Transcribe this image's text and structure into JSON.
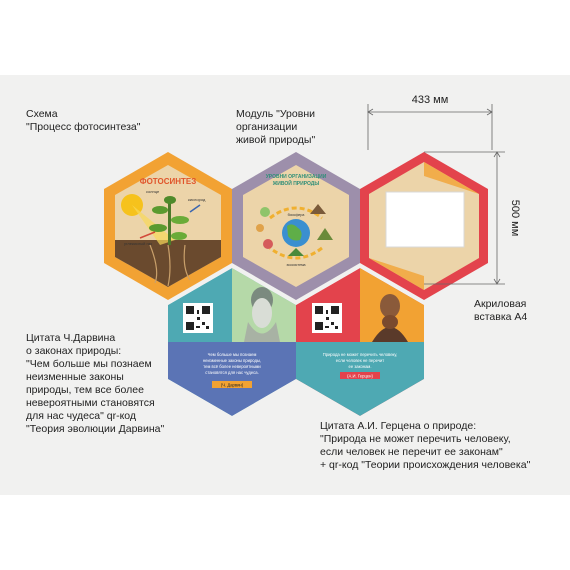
{
  "captions": {
    "scheme": "Схема\n\"Процесс фотосинтеза\"",
    "module": "Модуль \"Уровни\nорганизации\nживой природы\"",
    "acrylic": "Акриловая\nвставка А4",
    "darwin": "Цитата Ч.Дарвина\nо законах природы:\n\"Чем больше мы познаем\nнеизменные законы\nприроды, тем все более\nневероятными становятся\nдля нас чудеса\" qr-код\n\"Теория эволюции Дарвина\"",
    "herzen": "Цитата А.И. Герцена о природе:\n\"Природа не может перечить человеку,\nесли человек не перечит ее законам\"\n+ qr-код \"Теории происхождения человека\""
  },
  "dimensions": {
    "width": "433 мм",
    "height": "500 мм"
  },
  "photosynthesis": {
    "title": "ФОТОСИНТЕЗ",
    "sun": "солнце",
    "oxygen": "кислород",
    "co2": "углекислый газ"
  },
  "levels": {
    "title": "УРОВНИ ОРГАНИЗАЦИИ\nЖИВОЙ ПРИРОДЫ",
    "biosphere": "биосфера",
    "ecosystem": "экосистема"
  },
  "darwin_quote": {
    "text": "Чем больше мы познаем\nнеизменные законы природы,\nтем всё более невероятными\nстановятся для нас чудеса.",
    "author": "(Ч. Дарвин)"
  },
  "herzen_quote": {
    "text": "Природа не может перечить человеку,\nесли человек не перечит\nее законам.",
    "author": "(А.И. Герцен)"
  },
  "colors": {
    "orange": "#f2a233",
    "purple": "#9d8fab",
    "red": "#e3434c",
    "teal": "#4ea9b3",
    "green": "#b5d9a8",
    "blue": "#5b74b5",
    "wood": "#ecd4a9"
  }
}
